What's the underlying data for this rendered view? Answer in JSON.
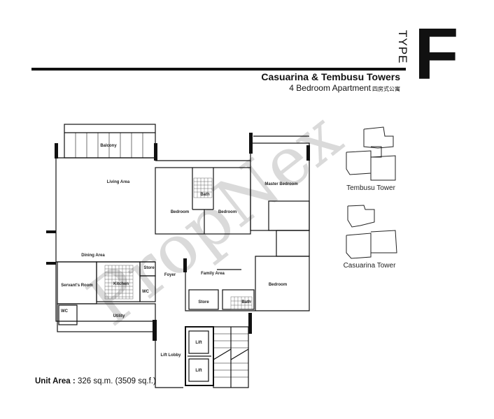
{
  "header": {
    "type_word": "TYPE",
    "type_letter": "F",
    "project": "Casuarina & Tembusu Towers",
    "subtitle": "4 Bedroom Apartment",
    "subtitle_zh": "四房式公寓"
  },
  "watermark": "PropNex",
  "rooms": {
    "balcony": "Balcony",
    "living": "Living Area",
    "bedroom1": "Bedroom",
    "bath1": "Bath",
    "bedroom2": "Bedroom",
    "master": "Master Bedroom",
    "dining": "Dining Area",
    "servant": "Servant's Room",
    "kitchen": "Kitchen",
    "store1": "Store",
    "wc1": "WC",
    "foyer": "Foyer",
    "family": "Family Area",
    "store2": "Store",
    "bath2": "Bath",
    "bedroom3": "Bedroom",
    "wc2": "WC",
    "utility": "Utility",
    "lift_lobby": "Lift Lobby",
    "lift1": "Lift",
    "lift2": "Lift"
  },
  "key_plans": [
    {
      "label": "Tembusu Tower"
    },
    {
      "label": "Casuarina Tower"
    }
  ],
  "unit_area": {
    "label": "Unit Area :",
    "value": "326 sq.m. (3509 sq.f.)"
  }
}
